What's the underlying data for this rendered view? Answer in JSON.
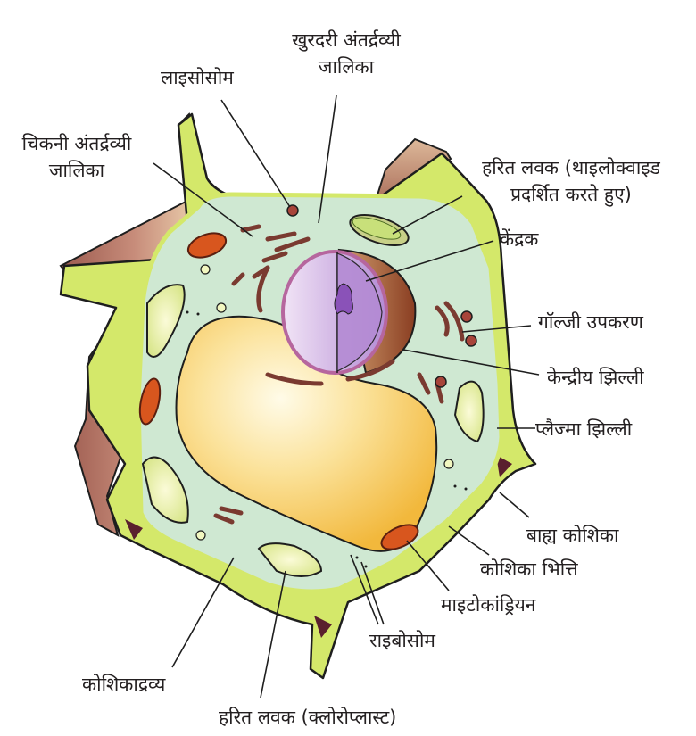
{
  "diagram": {
    "type": "plant-cell",
    "colors": {
      "cell_wall": "#d4e86a",
      "wall_outline": "#1e1e1e",
      "cytoplasm": "#cfe8d2",
      "vacuole": "#f7c85a",
      "neighbour_cell": "#a86a5e",
      "neighbour_light": "#ecd2b0",
      "middle_lamella": "#5a1f2e",
      "nucleus": "#c9a8e0",
      "nucleolus": "#8a52b8",
      "nuclear_envelope": "#a4603c",
      "mitochondrion": "#d8561e",
      "chloroplast": "#eef2b0",
      "er": "#a8645a",
      "label_text": "#231f20"
    },
    "labels": {
      "rough_er": [
        "खुरदरी अंतर्द्रव्यी",
        "जालिका"
      ],
      "lysosome": "लाइसोसोम",
      "smooth_er": [
        "चिकनी अंतर्द्रव्यी",
        "जालिका"
      ],
      "chloroplast_thylakoid": [
        "हरित लवक (थाइलोक्वाइड",
        "प्रदर्शित करते हुए)"
      ],
      "nucleolus": "केंद्रक",
      "golgi": "गॉल्जी उपकरण",
      "nuclear_membrane": "केन्द्रीय झिल्ली",
      "plasma_membrane": "प्लैज्मा झिल्ली",
      "outer_cell": "बाह्य कोशिका",
      "cell_wall": "कोशिका भित्ति",
      "mitochondria": "माइटोकांड्रियन",
      "ribosome": "राइबोसोम",
      "cytoplasm": "कोशिकाद्रव्य",
      "chloroplast": "हरित लवक (क्लोरोप्लास्ट)"
    }
  }
}
